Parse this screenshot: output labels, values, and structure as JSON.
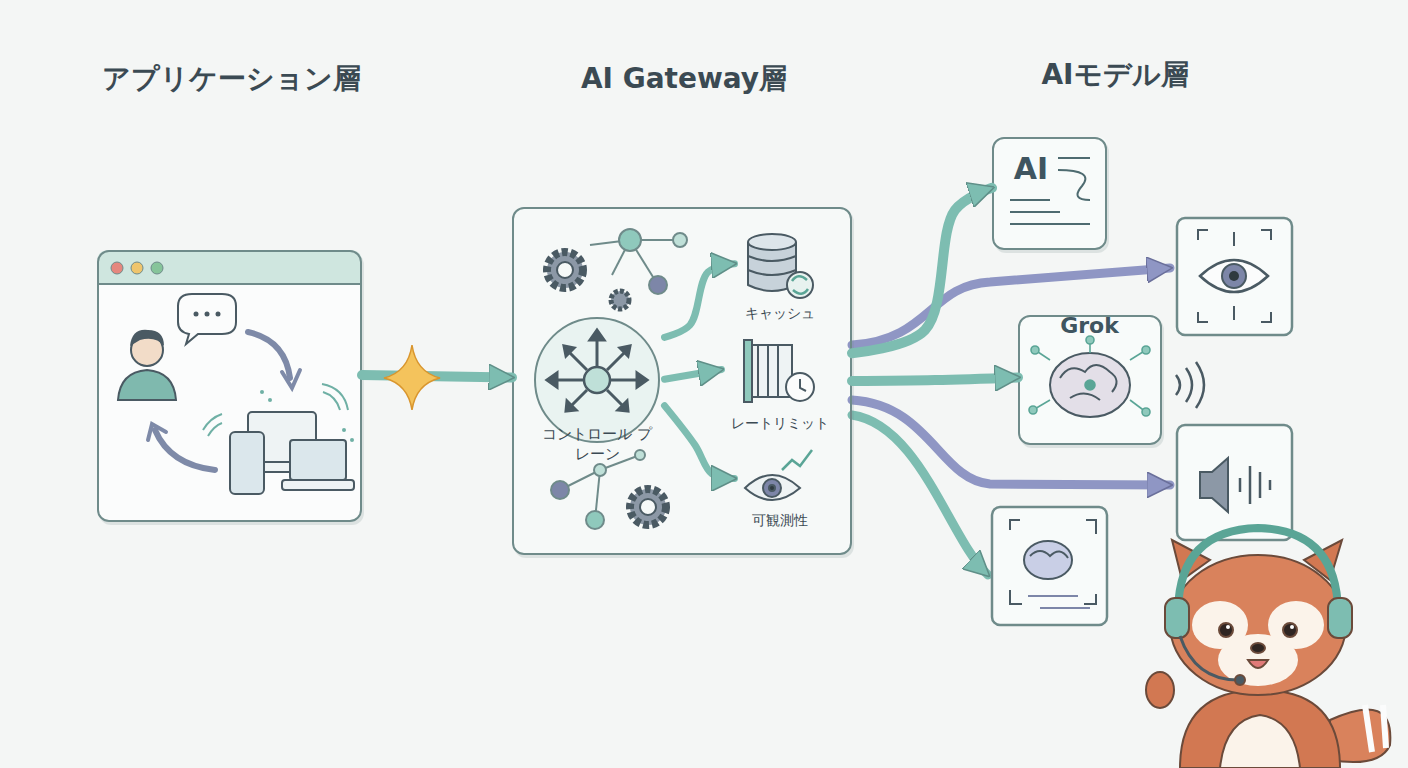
{
  "diagram": {
    "nodes": [
      {
        "text": [
          "アプリケーション層"
        ]
      },
      {
        "text": [
          "AI Gateway層"
        ]
      },
      {
        "text": [
          "コントロール プレーン"
        ],
        "in": 1
      },
      {
        "text": [
          "キャッシュ"
        ],
        "in": 1
      },
      {
        "text": [
          "レートリミット"
        ],
        "in": 1
      },
      {
        "text": [
          "可観測性"
        ],
        "in": 1
      },
      {
        "text": [
          "AI"
        ]
      },
      {
        "text": [
          "Grok"
        ]
      }
    ],
    "edges": [
      {
        "from": 0,
        "to": 1,
        "arrow": "to"
      },
      {
        "from": 2,
        "to": 3,
        "arrow": "to"
      },
      {
        "from": 2,
        "to": 4,
        "arrow": "to"
      },
      {
        "from": 2,
        "to": 5,
        "arrow": "to"
      },
      {
        "from": 1,
        "to": 6,
        "arrow": "to"
      },
      {
        "from": 1,
        "to": 7,
        "arrow": "to"
      }
    ],
    "labels": [
      "AIモデル層"
    ]
  }
}
